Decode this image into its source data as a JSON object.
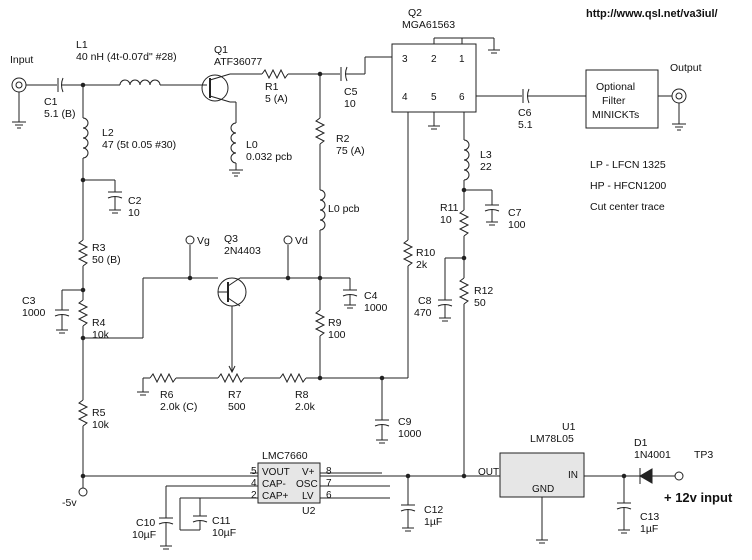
{
  "url": "http://www.qsl.net/va3iul/",
  "input_label": "Input",
  "output_label": "Output",
  "twelve_v": "+ 12v input",
  "minus5v": "-5v",
  "tp3": "TP3",
  "vg": "Vg",
  "vd": "Vd",
  "components": {
    "L1": {
      "ref": "L1",
      "value": "40 nH (4t-0.07d\" #28)"
    },
    "C1": {
      "ref": "C1",
      "value": "5.1 (B)"
    },
    "Q1": {
      "ref": "Q1",
      "value": "ATF36077"
    },
    "R1": {
      "ref": "R1",
      "value": "5 (A)"
    },
    "C5": {
      "ref": "C5",
      "value": "10"
    },
    "Q2": {
      "ref": "Q2",
      "value": "MGA61563"
    },
    "L2": {
      "ref": "L2",
      "value": "47 (5t 0.05 #30)"
    },
    "L0a": {
      "ref": "L0",
      "value": "0.032 pcb"
    },
    "R2": {
      "ref": "R2",
      "value": "75 (A)"
    },
    "L0b": {
      "ref": "L0 pcb"
    },
    "C2": {
      "ref": "C2",
      "value": "10"
    },
    "R3": {
      "ref": "R3",
      "value": "50 (B)"
    },
    "Q3": {
      "ref": "Q3",
      "value": "2N4403"
    },
    "C3": {
      "ref": "C3",
      "value": "1000"
    },
    "R4": {
      "ref": "R4",
      "value": "10k"
    },
    "C4": {
      "ref": "C4",
      "value": "1000"
    },
    "R9": {
      "ref": "R9",
      "value": "100"
    },
    "R6": {
      "ref": "R6",
      "value": "2.0k (C)"
    },
    "R7": {
      "ref": "R7",
      "value": "500"
    },
    "R8": {
      "ref": "R8",
      "value": "2.0k"
    },
    "R5": {
      "ref": "R5",
      "value": "10k"
    },
    "C9": {
      "ref": "C9",
      "value": "1000"
    },
    "C6": {
      "ref": "C6",
      "value": "5.1"
    },
    "L3": {
      "ref": "L3",
      "value": "22"
    },
    "C7": {
      "ref": "C7",
      "value": "100"
    },
    "R11": {
      "ref": "R11",
      "value": "10"
    },
    "R10": {
      "ref": "R10",
      "value": "2k"
    },
    "C8": {
      "ref": "C8",
      "value": "470"
    },
    "R12": {
      "ref": "R12",
      "value": "50"
    },
    "C10": {
      "ref": "C10",
      "value": "10µF"
    },
    "C11": {
      "ref": "C11",
      "value": "10µF"
    },
    "C12": {
      "ref": "C12",
      "value": "1µF"
    },
    "C13": {
      "ref": "C13",
      "value": "1µF"
    },
    "U1": {
      "ref": "U1",
      "value": "LM78L05"
    },
    "U2": {
      "ref": "U2",
      "value": "LMC7660"
    },
    "D1": {
      "ref": "D1",
      "value": "1N4001"
    }
  },
  "filter": {
    "line1": "Optional",
    "line2": "Filter",
    "line3": "MINICKTs"
  },
  "filter_notes": [
    "LP - LFCN 1325",
    "HP - HFCN1200",
    "Cut center trace"
  ],
  "u1_pins": {
    "out": "OUT",
    "in": "IN",
    "gnd": "GND"
  },
  "u2_pins": {
    "left": [
      {
        "num": "5",
        "name": "VOUT"
      },
      {
        "num": "4",
        "name": "CAP-"
      },
      {
        "num": "2",
        "name": "CAP+"
      }
    ],
    "right": [
      {
        "num": "8",
        "name": "V+"
      },
      {
        "num": "7",
        "name": "OSC"
      },
      {
        "num": "6",
        "name": "LV"
      }
    ]
  },
  "q2_pins": {
    "p1": "1",
    "p2": "2",
    "p3": "3",
    "p4": "4",
    "p5": "5",
    "p6": "6"
  }
}
